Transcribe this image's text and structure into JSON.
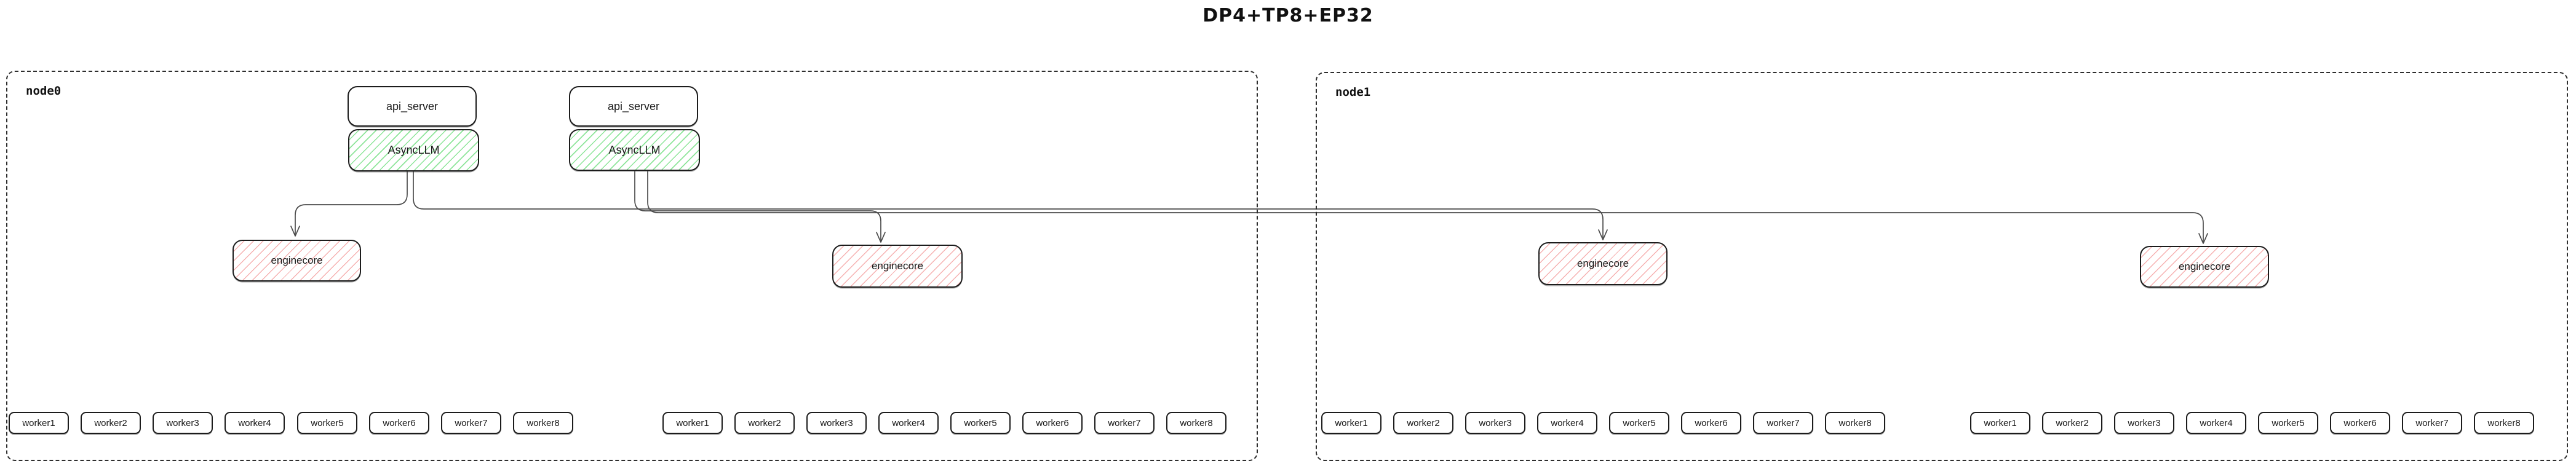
{
  "title": "DP4+TP8+EP32",
  "nodes": [
    {
      "label": "node0"
    },
    {
      "label": "node1"
    }
  ],
  "labels": {
    "api_server": "api_server",
    "async_llm": "AsyncLLM",
    "enginecore": "enginecore"
  },
  "workers": [
    "worker1",
    "worker2",
    "worker3",
    "worker4",
    "worker5",
    "worker6",
    "worker7",
    "worker8"
  ],
  "colors": {
    "background": "#ffffff",
    "box_border": "#1c1c1c",
    "node_border": "#2e2e2e",
    "edge": "#4b4b4b",
    "async_llm_hatch": "#8ee59a",
    "enginecore_hatch": "#f6b1b1",
    "text": "#1a1a1a"
  }
}
